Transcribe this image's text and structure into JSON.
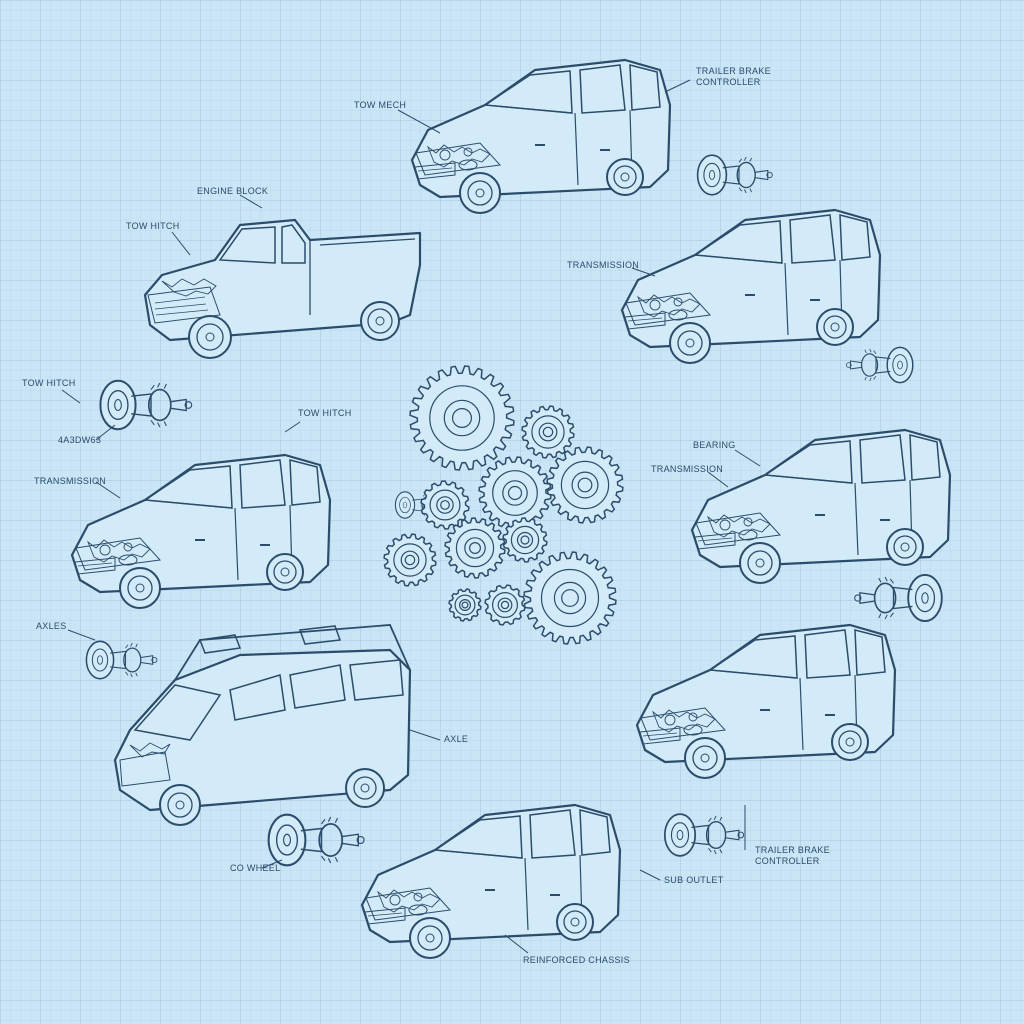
{
  "labels": {
    "tow_mech": "TOW MECH",
    "trailer_brake": "TRAILER BRAKE",
    "controller_top": "CONTROLLER",
    "engine_block": "ENGINE BLOCK",
    "tow_hitch_truck": "TOW HITCH",
    "transmission_r": "TRANSMISSION",
    "tow_hitch_left": "TOW HITCH",
    "axle_code": "4A3DW63",
    "tow_hitch_center": "TOW HITCH",
    "bearing": "BEARING",
    "transmission_r2": "TRANSMISSION",
    "transmission_l": "TRANSMISSION",
    "axles": "AXLES",
    "axle_van": "AXLE",
    "co_wheel": "CO WHEEL",
    "sub_outlet": "SUB OUTLET",
    "trailer_brake_lower": "TRAILER BRAKE",
    "controller_lower": "CONTROLLER",
    "reinforced_chassis": "REINFORCED CHASSIS"
  }
}
